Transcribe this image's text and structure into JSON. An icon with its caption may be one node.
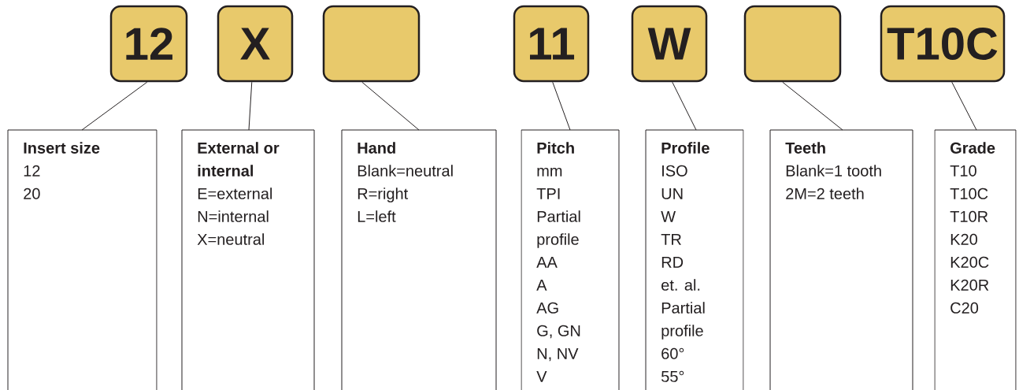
{
  "diagram": {
    "nodes": [
      {
        "text": [
          "12"
        ]
      },
      {
        "text": [
          "X"
        ]
      },
      {
        "text": [],
        "shape": "box"
      },
      {
        "text": [
          "11"
        ]
      },
      {
        "text": [
          "W"
        ]
      },
      {
        "text": [],
        "shape": "box"
      },
      {
        "text": [
          "T10C"
        ]
      },
      {
        "text": [
          "Insert size",
          "12",
          "20"
        ]
      },
      {
        "text": [
          "External or internal",
          "E=external",
          "N=internal",
          "X=neutral"
        ]
      },
      {
        "text": [
          "Hand",
          "Blank=neutral",
          "R=right",
          "L=left"
        ]
      },
      {
        "text": [
          "Pitch",
          "mm",
          "TPI",
          "Partial profile",
          "AA",
          "A",
          "AG",
          "G, GN",
          "N, NV",
          "V"
        ]
      },
      {
        "text": [
          "Profile",
          "ISO",
          "UN",
          "W",
          "TR",
          "RD",
          "et. al.",
          "Partial profile",
          "60°",
          "55°"
        ]
      },
      {
        "text": [
          "Teeth",
          "Blank=1 tooth",
          "2M=2 teeth"
        ]
      },
      {
        "text": [
          "Grade",
          "T10",
          "T10C",
          "T10R",
          "K20",
          "K20C",
          "K20R",
          "C20"
        ]
      }
    ],
    "edges": [
      {
        "from": 0,
        "to": 7,
        "arrow": "none"
      },
      {
        "from": 1,
        "to": 8,
        "arrow": "none"
      },
      {
        "from": 2,
        "to": 9,
        "arrow": "none"
      },
      {
        "from": 3,
        "to": 10,
        "arrow": "none"
      },
      {
        "from": 4,
        "to": 11,
        "arrow": "none"
      },
      {
        "from": 5,
        "to": 12,
        "arrow": "none"
      },
      {
        "from": 6,
        "to": 13,
        "arrow": "none"
      }
    ]
  }
}
